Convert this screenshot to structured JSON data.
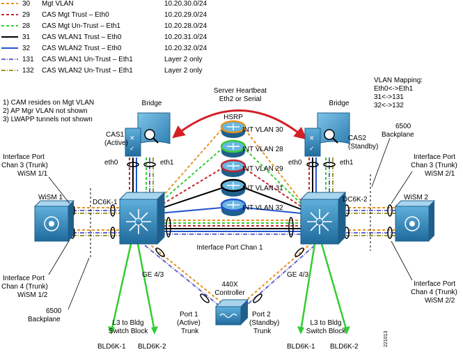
{
  "legend": [
    {
      "vlan": "30",
      "name": "Mgt VLAN",
      "subnet": "10.20.30.0/24",
      "color": "#e8901c",
      "style": "dash"
    },
    {
      "vlan": "29",
      "name": "CAS Mgt Trust – Eth0",
      "subnet": "10.20.29.0/24",
      "color": "#c0272d",
      "style": "dash"
    },
    {
      "vlan": "28",
      "name": "CAS Mgt Un-Trust – Eth1",
      "subnet": "10.20.28.0/24",
      "color": "#33cc33",
      "style": "dash"
    },
    {
      "vlan": "31",
      "name": "CAS WLAN1 Trust – Eth0",
      "subnet": "10.20.31.0/24",
      "color": "#000000",
      "style": "solid"
    },
    {
      "vlan": "32",
      "name": "CAS WLAN2 Trust – Eth0",
      "subnet": "10.20.32.0/24",
      "color": "#2255cc",
      "style": "solid"
    },
    {
      "vlan": "131",
      "name": "CAS WLAN1 Un-Trust – Eth1",
      "subnet": "Layer 2 only",
      "color": "#6666cc",
      "style": "dashdot"
    },
    {
      "vlan": "132",
      "name": "CAS WLAN2 Un-Trust – Eth1",
      "subnet": "Layer 2 only",
      "color": "#999933",
      "style": "dashdot"
    }
  ],
  "notes": [
    "1) CAM resides on Mgt VLAN",
    "2) AP Mgr VLAN not shown",
    "3) LWAPP tunnels not shown"
  ],
  "heartbeat": [
    "Server Heartbeat",
    "Eth2 or Serial"
  ],
  "vlan_mapping": [
    "VLAN Mapping:",
    "Eth0<->Eth1",
    "31<->131",
    "32<->132"
  ],
  "bridge_left": "Bridge",
  "bridge_right": "Bridge",
  "cas1": [
    "CAS1",
    "(Active)"
  ],
  "cas2": [
    "CAS2",
    "(Standby)"
  ],
  "eth0": "eth0",
  "eth1": "eth1",
  "hsrp": "HSRP",
  "routers": [
    {
      "label": "INT VLAN 30",
      "color": "#e8901c"
    },
    {
      "label": "INT VLAN 28",
      "color": "#33cc33"
    },
    {
      "label": "INT VLAN 29",
      "color": "#c0272d"
    },
    {
      "label": "INT VLAN 31",
      "color": "#000000"
    },
    {
      "label": "INT VLAN 32",
      "color": "#2255cc"
    }
  ],
  "backplane_right": [
    "6500",
    "Backplane"
  ],
  "backplane_left": [
    "6500",
    "Backplane"
  ],
  "iface_tl": [
    "Interface Port",
    "Chan 3 (Trunk)",
    "WiSM 1/1"
  ],
  "iface_bl": [
    "Interface Port",
    "Chan 4 (Trunk)",
    "WiSM 1/2"
  ],
  "iface_tr": [
    "Interface Port",
    "Chan 3 (Trunk)",
    "WiSM 2/1"
  ],
  "iface_br": [
    "Interface Port",
    "Chan 4 (Trunk)",
    "WiSM 2/2"
  ],
  "wism1": "WiSM 1",
  "wism2": "WiSM 2",
  "dc6k1": "DC6K-1",
  "dc6k2": "DC6K-2",
  "iface_chan1": "Interface Port Chan 1",
  "ge_left": "GE 4/3",
  "ge_right": "GE 4/3",
  "controller": [
    "440X",
    "Controller"
  ],
  "port1": [
    "Port 1",
    "(Active)",
    "Trunk"
  ],
  "port2": [
    "Port 2",
    "(Standby)",
    "Trunk"
  ],
  "l3_left": [
    "L3 to Bldg",
    "Switch Block"
  ],
  "l3_right": [
    "L3 to Bldg",
    "Switch Block"
  ],
  "bld": [
    "BLD6K-1",
    "BLD6K-2",
    "BLD6K-1",
    "BLD6K-2"
  ],
  "figure_id": "221013"
}
